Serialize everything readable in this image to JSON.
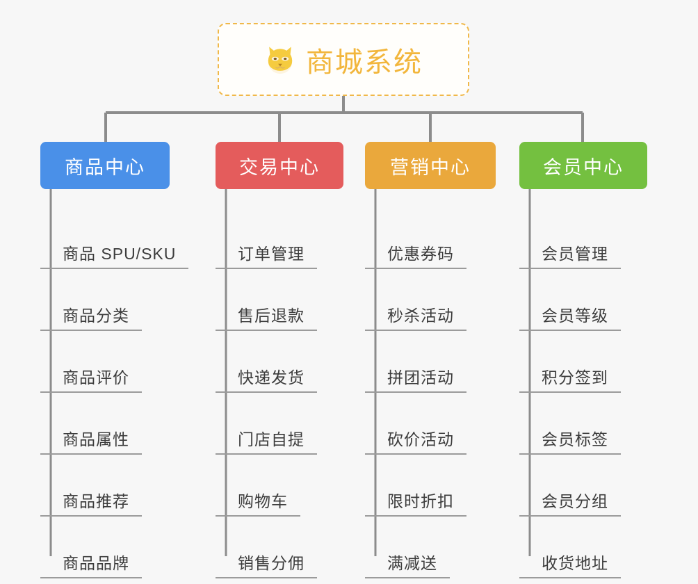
{
  "diagram": {
    "type": "org-chart-mindmap",
    "background_color": "#f7f7f7",
    "root": {
      "title": "商城系统",
      "emoji": "🐶",
      "emoji_name": "shiba-dog-face",
      "text_color": "#f2b63c",
      "border_color": "#f0b849",
      "background_color": "#fffefb"
    },
    "line_color": "#8c8c8c",
    "branches": [
      {
        "label": "商品中心",
        "color": "#4a90e8",
        "items": [
          "商品 SPU/SKU",
          "商品分类",
          "商品评价",
          "商品属性",
          "商品推荐",
          "商品品牌"
        ]
      },
      {
        "label": "交易中心",
        "color": "#e45c5c",
        "items": [
          "订单管理",
          "售后退款",
          "快递发货",
          "门店自提",
          "购物车",
          "销售分佣"
        ]
      },
      {
        "label": "营销中心",
        "color": "#eaa83c",
        "items": [
          "优惠券码",
          "秒杀活动",
          "拼团活动",
          "砍价活动",
          "限时折扣",
          "满减送"
        ]
      },
      {
        "label": "会员中心",
        "color": "#74c040",
        "items": [
          "会员管理",
          "会员等级",
          "积分签到",
          "会员标签",
          "会员分组",
          "收货地址"
        ]
      }
    ]
  }
}
